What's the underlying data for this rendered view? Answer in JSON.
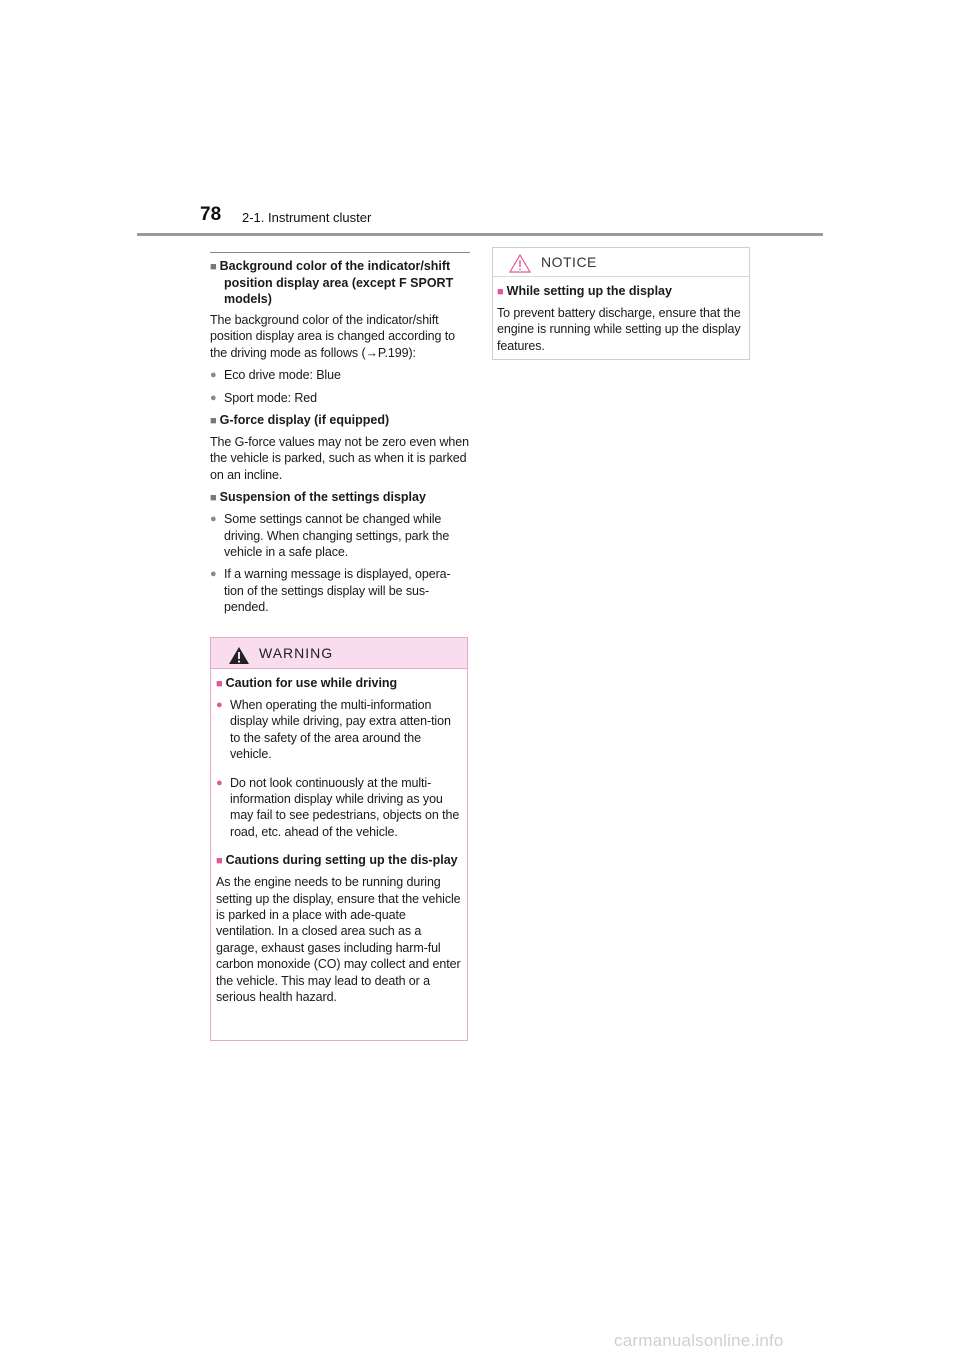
{
  "header": {
    "page_number": "78",
    "section": "2-1. Instrument cluster"
  },
  "left": {
    "h1": "Background color of the indicator/shift position display area (except F SPORT models)",
    "p1": "The background color of the indicator/shift position display area is changed according to the driving mode as follows (→P.199):",
    "b1": "Eco drive mode: Blue",
    "b2": "Sport mode: Red",
    "h2": "G-force display (if equipped)",
    "p2": "The G-force values may not be zero even when the vehicle is parked, such as when it is parked on an incline.",
    "h3": "Suspension of the settings display",
    "b3": "Some settings cannot be changed while driving. When changing settings, park the vehicle in a safe place.",
    "b4": "If a warning message is displayed, opera-tion of the settings display will be sus-pended."
  },
  "warning": {
    "title": "WARNING",
    "h1": "Caution for use while driving",
    "b1": "When operating the multi-information display while driving, pay extra atten-tion to the safety of the area around the vehicle.",
    "b2": "Do not look continuously at the multi-information display while driving as you may fail to see pedestrians, objects on the road, etc. ahead of the vehicle.",
    "h2": "Cautions during setting up the dis-play",
    "p1": "As the engine needs to be running during setting up the display, ensure that the vehicle is parked in a place with ade-quate ventilation. In a closed area such as a garage, exhaust gases including harm-ful carbon monoxide (CO) may collect and enter the vehicle. This may lead to death or a serious health hazard."
  },
  "notice": {
    "title": "NOTICE",
    "h1": "While setting up the display",
    "p1": "To prevent battery discharge, ensure that the engine is running while setting up the display features."
  },
  "footer": {
    "watermark": "carmanualsonline.info"
  },
  "icons": {
    "square_bullet": "square-bullet-icon",
    "round_bullet": "round-bullet-icon",
    "warning": "warning-triangle-icon",
    "notice": "notice-triangle-icon"
  },
  "colors": {
    "warning_bg": "#f9dced",
    "warning_border": "#e7a9c6",
    "accent_pink": "#e0589a",
    "rule_gray": "#9a9a9a"
  }
}
